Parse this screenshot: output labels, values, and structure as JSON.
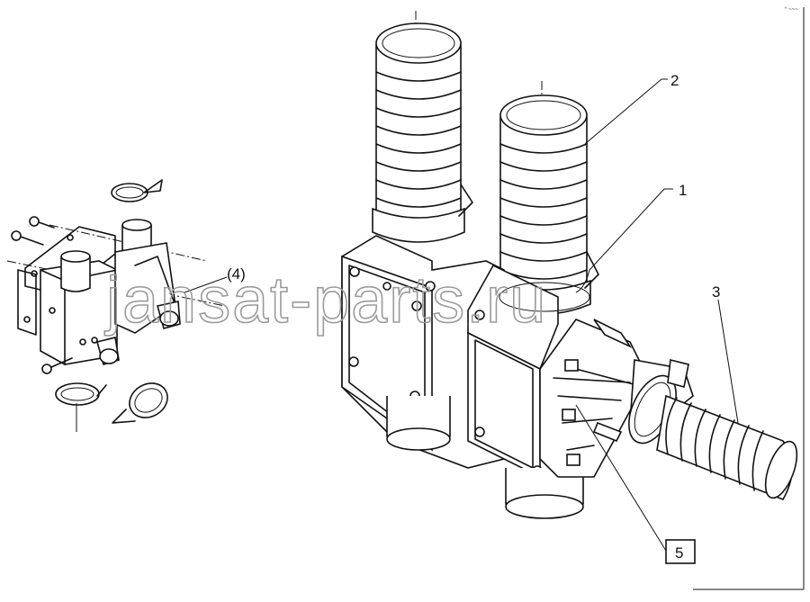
{
  "labels": {
    "part1": "1",
    "part2": "2",
    "part3": "3",
    "part4": "(4)",
    "part5": "5"
  },
  "watermark": "jansat-parts.ru",
  "corner_mark": "° ~~~",
  "colors": {
    "line": "#111111",
    "watermark": "#9a9a9a",
    "background": "#ffffff"
  }
}
